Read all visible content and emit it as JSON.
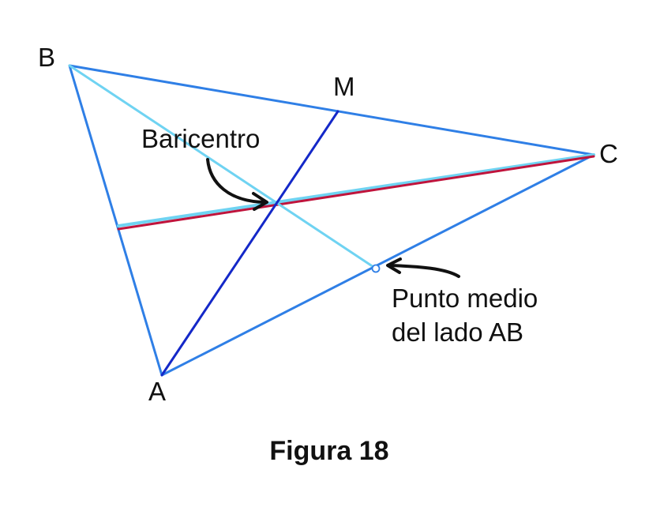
{
  "figure": {
    "vertex_labels": {
      "a": "A",
      "b": "B",
      "c": "C",
      "m": "M"
    },
    "annotations": {
      "centroid": "Baricentro",
      "midpoint_line1": "Punto medio",
      "midpoint_line2": "del lado AB"
    },
    "caption": "Figura 18"
  },
  "colors": {
    "triangle": "#2f7fe6",
    "median_from_a": "#1428c8",
    "median_from_b": "#6fd3f2",
    "median_from_c_light": "#6fd3f2",
    "median_from_c_dark": "#c0143c",
    "arrow": "#111111"
  }
}
